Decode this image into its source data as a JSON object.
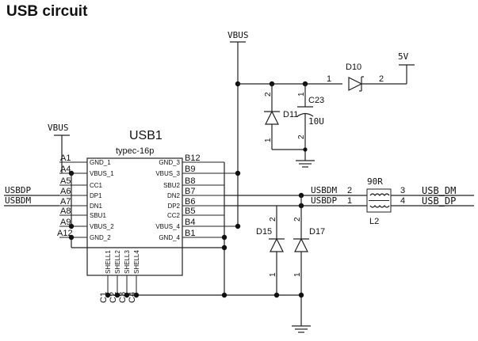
{
  "title": "USB circuit",
  "nets": {
    "vbus_top": "VBUS",
    "vbus_left": "VBUS",
    "v5": "5V",
    "usbdp_in": "USBDP",
    "usbdm_in": "USBDM",
    "usbdm_mid": "USBDM",
    "usbdp_mid": "USBDP",
    "usb_dm_out": "USB_DM",
    "usb_dp_out": "USB_DP"
  },
  "connector": {
    "ref": "USB1",
    "part": "typec-16p",
    "left_pins": [
      {
        "num": "A1",
        "name": "GND_1"
      },
      {
        "num": "A4",
        "name": "VBUS_1"
      },
      {
        "num": "A5",
        "name": "CC1"
      },
      {
        "num": "A6",
        "name": "DP1"
      },
      {
        "num": "A7",
        "name": "DN1"
      },
      {
        "num": "A8",
        "name": "SBU1"
      },
      {
        "num": "A9",
        "name": "VBUS_2"
      },
      {
        "num": "A12",
        "name": "GND_2"
      }
    ],
    "right_pins": [
      {
        "num": "B12",
        "name": "GND_3"
      },
      {
        "num": "B9",
        "name": "VBUS_3"
      },
      {
        "num": "B8",
        "name": "SBU2"
      },
      {
        "num": "B7",
        "name": "DN2"
      },
      {
        "num": "B6",
        "name": "DP2"
      },
      {
        "num": "B5",
        "name": "CC2"
      },
      {
        "num": "B4",
        "name": "VBUS_4"
      },
      {
        "num": "B1",
        "name": "GND_4"
      }
    ],
    "shell_pins": [
      {
        "num": "C1",
        "name": "SHELL1"
      },
      {
        "num": "C2",
        "name": "SHELL2"
      },
      {
        "num": "C3",
        "name": "SHELL3"
      },
      {
        "num": "C4",
        "name": "SHELL4"
      }
    ]
  },
  "components": {
    "d10": {
      "ref": "D10",
      "pin1": "1",
      "pin2": "2"
    },
    "d11": {
      "ref": "D11",
      "pin1": "1",
      "pin2": "2"
    },
    "c23": {
      "ref": "C23",
      "value": "10U",
      "pin1": "1",
      "pin2": "2"
    },
    "d15": {
      "ref": "D15",
      "pin1": "1",
      "pin2": "2"
    },
    "d17": {
      "ref": "D17",
      "pin1": "1",
      "pin2": "2"
    },
    "l2": {
      "ref": "L2",
      "value": "90R",
      "pin_dm_left": "2",
      "pin_dp_left": "1",
      "pin_dm_right": "3",
      "pin_dp_right": "4"
    }
  }
}
